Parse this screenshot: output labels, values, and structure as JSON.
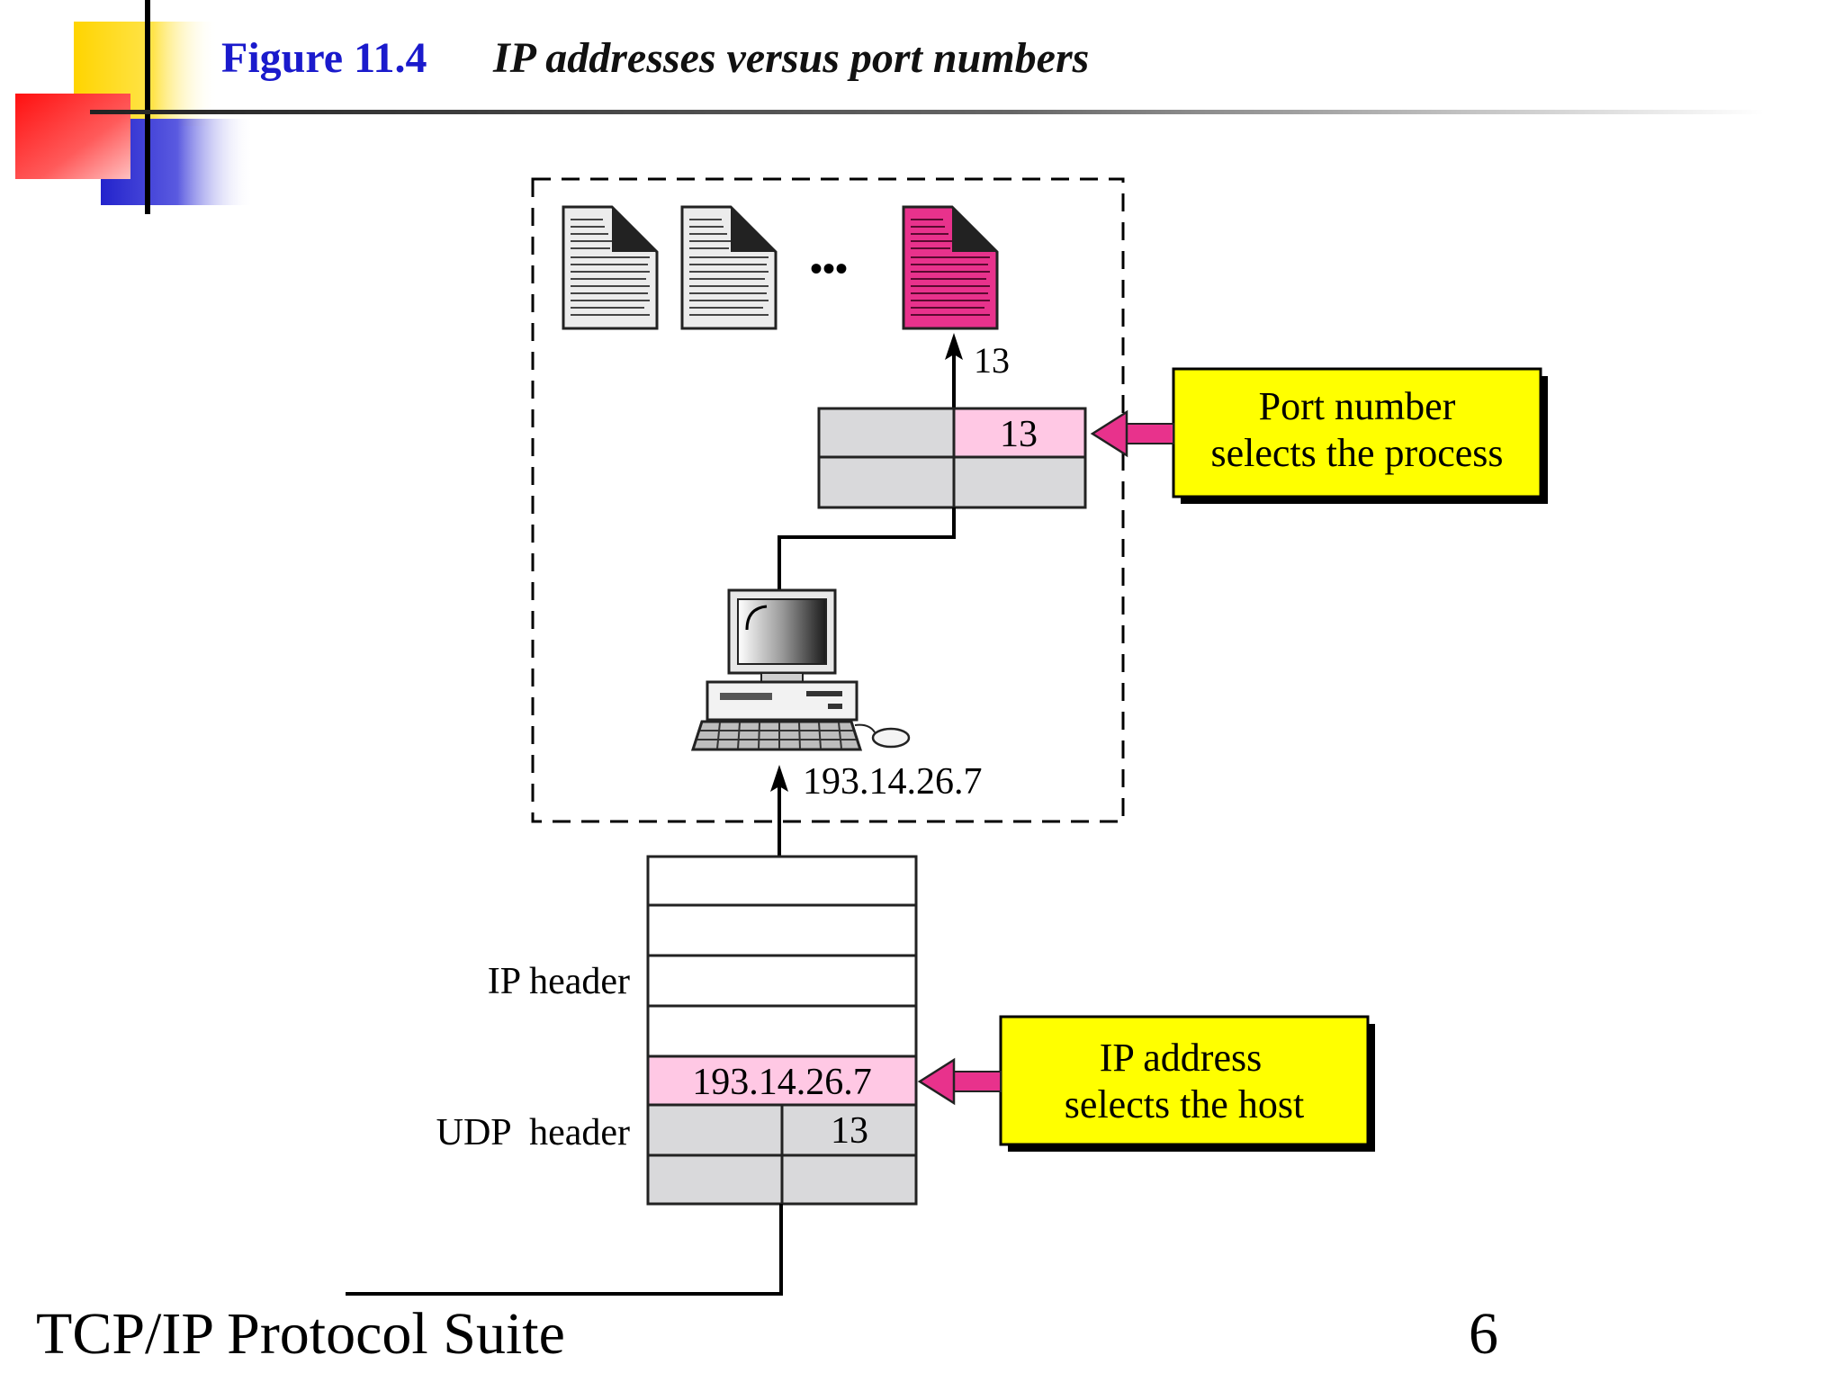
{
  "header": {
    "figure_label": "Figure 11.4",
    "caption": "IP addresses versus port numbers"
  },
  "diagram": {
    "port_arrow_label": "13",
    "transport_port_value": "13",
    "host_ip_label": "193.14.26.7",
    "ip_header_label": "IP header",
    "udp_header_label": "UDP  header",
    "packet_ip_value": "193.14.26.7",
    "packet_port_value": "13",
    "callout_port": {
      "line1": "Port number",
      "line2": "selects the process"
    },
    "callout_ip": {
      "line1": "IP address",
      "line2": "selects the host"
    },
    "ellipsis": "•••"
  },
  "colors": {
    "highlight_pink": "#ffc8e4",
    "process_magenta": "#e8328c",
    "callout_yellow": "#ffff00",
    "field_gray": "#d9d9db",
    "title_blue": "#1a1acc"
  },
  "footer": {
    "left": "TCP/IP Protocol Suite",
    "page_number": "6"
  }
}
